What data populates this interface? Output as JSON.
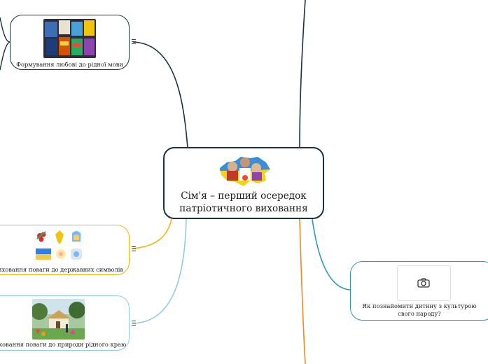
{
  "central": {
    "title_line1": "Сім'я – перший осередок",
    "title_line2": "патріотичного виховання",
    "image_icon": "ukraine-map-children-image"
  },
  "branches": [
    {
      "label": "Формування любові до рідної мови",
      "color": "#17313f",
      "image_icon": "books-photo-image"
    },
    {
      "label": "Виховання поваги до державних символів",
      "color": "#f2b312",
      "image_icon": "state-symbols-image"
    },
    {
      "label": "Виховання поваги до природи рідного краю",
      "color": "#8fcbe3",
      "image_icon": "village-landscape-image"
    },
    {
      "label": "Як познайомити дитину з культурою свого народу?",
      "color": "#2a9bb5",
      "image_icon": "camera-icon"
    }
  ],
  "colors": {
    "dark": "#17313f",
    "orange": "#f08a1c",
    "yellow": "#f2b312",
    "light_blue": "#8fcbe3",
    "teal": "#2a9bb5"
  },
  "icons": {
    "menu": "menu-lines-icon"
  }
}
